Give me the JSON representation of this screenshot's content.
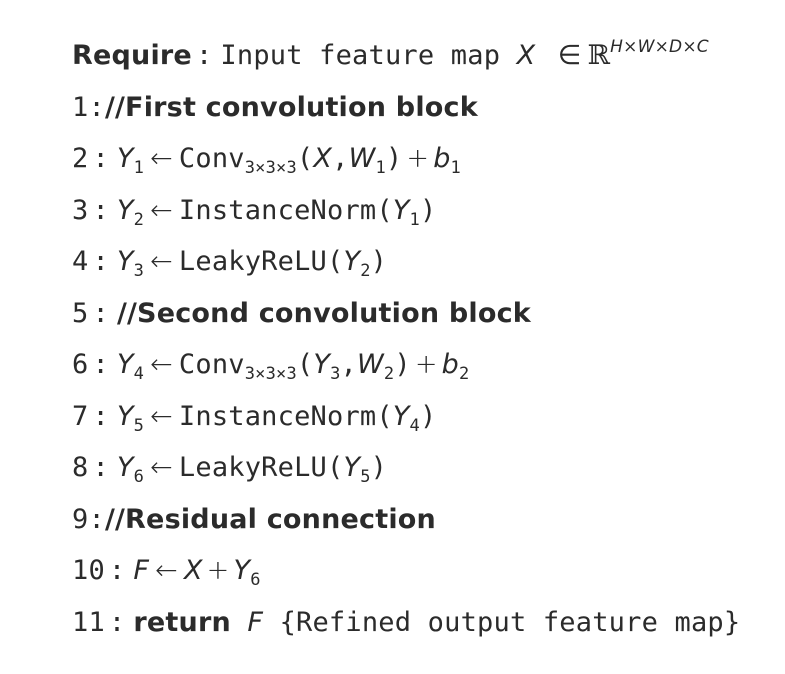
{
  "algorithm": {
    "require_label": "Require",
    "require_text": "Input feature map",
    "require_var": "X",
    "require_in": "∈",
    "require_space": "ℝ",
    "require_dims": "H×W×D×C",
    "arrow": "←",
    "lines": [
      {
        "num": "1",
        "comment": "//First convolution block"
      },
      {
        "num": "2",
        "lhs": "Y",
        "lhs_sub": "1",
        "fn": "Conv",
        "fn_sub": "3×3×3",
        "arg1": "X",
        "arg2": "W",
        "arg2_sub": "1",
        "bias": "b",
        "bias_sub": "1"
      },
      {
        "num": "3",
        "lhs": "Y",
        "lhs_sub": "2",
        "fn": "InstanceNorm",
        "arg": "Y",
        "arg_sub": "1"
      },
      {
        "num": "4",
        "lhs": "Y",
        "lhs_sub": "3",
        "fn": "LeakyReLU",
        "arg": "Y",
        "arg_sub": "2"
      },
      {
        "num": "5",
        "comment": "//Second convolution block"
      },
      {
        "num": "6",
        "lhs": "Y",
        "lhs_sub": "4",
        "fn": "Conv",
        "fn_sub": "3×3×3",
        "arg1": "Y",
        "arg1_sub": "3",
        "arg2": "W",
        "arg2_sub": "2",
        "bias": "b",
        "bias_sub": "2"
      },
      {
        "num": "7",
        "lhs": "Y",
        "lhs_sub": "5",
        "fn": "InstanceNorm",
        "arg": "Y",
        "arg_sub": "4"
      },
      {
        "num": "8",
        "lhs": "Y",
        "lhs_sub": "6",
        "fn": "LeakyReLU",
        "arg": "Y",
        "arg_sub": "5"
      },
      {
        "num": "9",
        "comment": "//Residual connection"
      },
      {
        "num": "10",
        "lhs": "F",
        "rhs_a": "X",
        "rhs_b": "Y",
        "rhs_b_sub": "6"
      },
      {
        "num": "11",
        "keyword": "return",
        "var": "F",
        "remark": "{Refined output feature map}"
      }
    ]
  }
}
